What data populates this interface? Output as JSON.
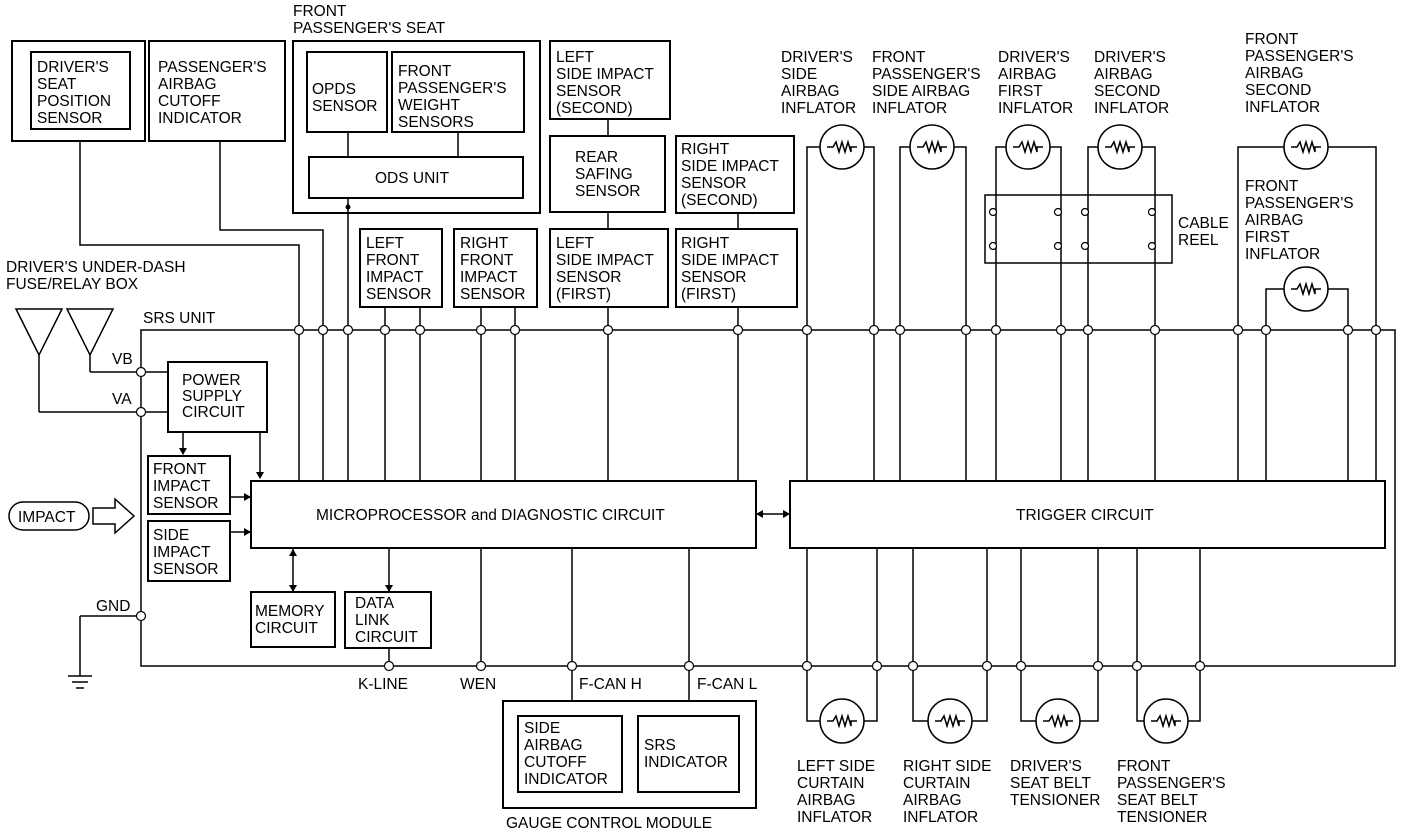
{
  "labels": {
    "driver_seat_position_sensor": [
      "DRIVER'S",
      "SEAT",
      "POSITION",
      "SENSOR"
    ],
    "passenger_airbag_cutoff_indicator": [
      "PASSENGER'S",
      "AIRBAG",
      "CUTOFF",
      "INDICATOR"
    ],
    "front_passenger_seat": [
      "FRONT",
      "PASSENGER'S SEAT"
    ],
    "opds_sensor": [
      "OPDS",
      "SENSOR"
    ],
    "front_passenger_weight_sensors": [
      "FRONT",
      "PASSENGER'S",
      "WEIGHT",
      "SENSORS"
    ],
    "ods_unit": "ODS UNIT",
    "left_side_impact_sensor_second": [
      "LEFT",
      "SIDE IMPACT",
      "SENSOR",
      "(SECOND)"
    ],
    "rear_safing_sensor": [
      "REAR",
      "SAFING",
      "SENSOR"
    ],
    "right_side_impact_sensor_second": [
      "RIGHT",
      "SIDE IMPACT",
      "SENSOR",
      "(SECOND)"
    ],
    "left_front_impact_sensor": [
      "LEFT",
      "FRONT",
      "IMPACT",
      "SENSOR"
    ],
    "right_front_impact_sensor": [
      "RIGHT",
      "FRONT",
      "IMPACT",
      "SENSOR"
    ],
    "left_side_impact_sensor_first": [
      "LEFT",
      "SIDE IMPACT",
      "SENSOR",
      "(FIRST)"
    ],
    "right_side_impact_sensor_first": [
      "RIGHT",
      "SIDE IMPACT",
      "SENSOR",
      "(FIRST)"
    ],
    "driver_side_airbag_inflator": [
      "DRIVER'S",
      "SIDE",
      "AIRBAG",
      "INFLATOR"
    ],
    "front_passenger_side_airbag_inflator": [
      "FRONT",
      "PASSENGER'S",
      "SIDE AIRBAG",
      "INFLATOR"
    ],
    "driver_airbag_first_inflator": [
      "DRIVER'S",
      "AIRBAG",
      "FIRST",
      "INFLATOR"
    ],
    "driver_airbag_second_inflator": [
      "DRIVER'S",
      "AIRBAG",
      "SECOND",
      "INFLATOR"
    ],
    "front_passenger_airbag_second_inflator": [
      "FRONT",
      "PASSENGER'S",
      "AIRBAG",
      "SECOND",
      "INFLATOR"
    ],
    "front_passenger_airbag_first_inflator": [
      "FRONT",
      "PASSENGER'S",
      "AIRBAG",
      "FIRST",
      "INFLATOR"
    ],
    "cable_reel": [
      "CABLE",
      "REEL"
    ],
    "driver_under_dash_fuse_box": [
      "DRIVER'S UNDER-DASH",
      "FUSE/RELAY BOX"
    ],
    "srs_unit": "SRS UNIT",
    "vb": "VB",
    "va": "VA",
    "power_supply_circuit": [
      "POWER",
      "SUPPLY",
      "CIRCUIT"
    ],
    "front_impact_sensor": [
      "FRONT",
      "IMPACT",
      "SENSOR"
    ],
    "side_impact_sensor": [
      "SIDE",
      "IMPACT",
      "SENSOR"
    ],
    "impact": "IMPACT",
    "microprocessor": "MICROPROCESSOR and DIAGNOSTIC CIRCUIT",
    "trigger_circuit": "TRIGGER CIRCUIT",
    "memory_circuit": [
      "MEMORY",
      "CIRCUIT"
    ],
    "data_link_circuit": [
      "DATA",
      "LINK",
      "CIRCUIT"
    ],
    "gnd": "GND",
    "k_line": "K-LINE",
    "wen": "WEN",
    "f_can_h": "F-CAN H",
    "f_can_l": "F-CAN L",
    "side_airbag_cutoff_indicator": [
      "SIDE",
      "AIRBAG",
      "CUTOFF",
      "INDICATOR"
    ],
    "srs_indicator": [
      "SRS",
      "INDICATOR"
    ],
    "gauge_control_module": "GAUGE CONTROL MODULE",
    "left_side_curtain_airbag_inflator": [
      "LEFT SIDE",
      "CURTAIN",
      "AIRBAG",
      "INFLATOR"
    ],
    "right_side_curtain_airbag_inflator": [
      "RIGHT SIDE",
      "CURTAIN",
      "AIRBAG",
      "INFLATOR"
    ],
    "driver_seat_belt_tensioner": [
      "DRIVER'S",
      "SEAT BELT",
      "TENSIONER"
    ],
    "front_passenger_seat_belt_tensioner": [
      "FRONT",
      "PASSENGER'S",
      "SEAT BELT",
      "TENSIONER"
    ]
  }
}
